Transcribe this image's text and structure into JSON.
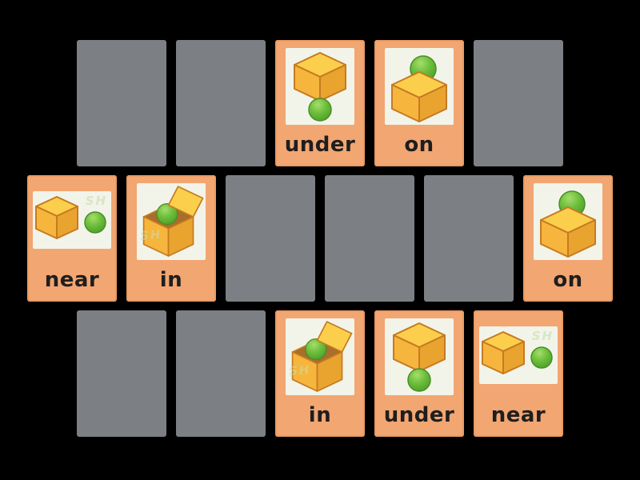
{
  "background_color": "#000000",
  "colors": {
    "card_face_bg": "#F2A672",
    "card_hidden_bg": "#7C8084",
    "image_bg": "#F2F4E9",
    "label_color": "#1E1E1E",
    "cube_top": "#FBCF4C",
    "cube_left": "#F6B53C",
    "cube_right": "#E9A42F",
    "cube_stroke": "#C67A22",
    "ball_light": "#A7DD6C",
    "ball_mid": "#6CBE3B",
    "ball_dark": "#4E9E2A",
    "ball_stroke": "#478F26",
    "box_interior": "#A86E2B",
    "watermark_color": "#C9DFB2"
  },
  "watermark_fragment": "SH",
  "board": {
    "rows": [
      {
        "cards": [
          {
            "state": "hidden"
          },
          {
            "state": "hidden"
          },
          {
            "state": "face",
            "label": "under",
            "image": "ball-under-box",
            "watermark": false
          },
          {
            "state": "face",
            "label": "on",
            "image": "ball-on-box",
            "watermark": false
          },
          {
            "state": "hidden"
          }
        ]
      },
      {
        "cards": [
          {
            "state": "face",
            "label": "near",
            "image": "ball-near-box",
            "watermark": true
          },
          {
            "state": "face",
            "label": "in",
            "image": "ball-in-box",
            "watermark": true
          },
          {
            "state": "hidden"
          },
          {
            "state": "hidden"
          },
          {
            "state": "hidden"
          },
          {
            "state": "face",
            "label": "on",
            "image": "ball-on-box",
            "watermark": false
          }
        ]
      },
      {
        "cards": [
          {
            "state": "hidden"
          },
          {
            "state": "hidden"
          },
          {
            "state": "face",
            "label": "in",
            "image": "ball-in-box",
            "watermark": true
          },
          {
            "state": "face",
            "label": "under",
            "image": "ball-under-box",
            "watermark": false
          },
          {
            "state": "face",
            "label": "near",
            "image": "ball-near-box",
            "watermark": true
          }
        ]
      }
    ]
  }
}
